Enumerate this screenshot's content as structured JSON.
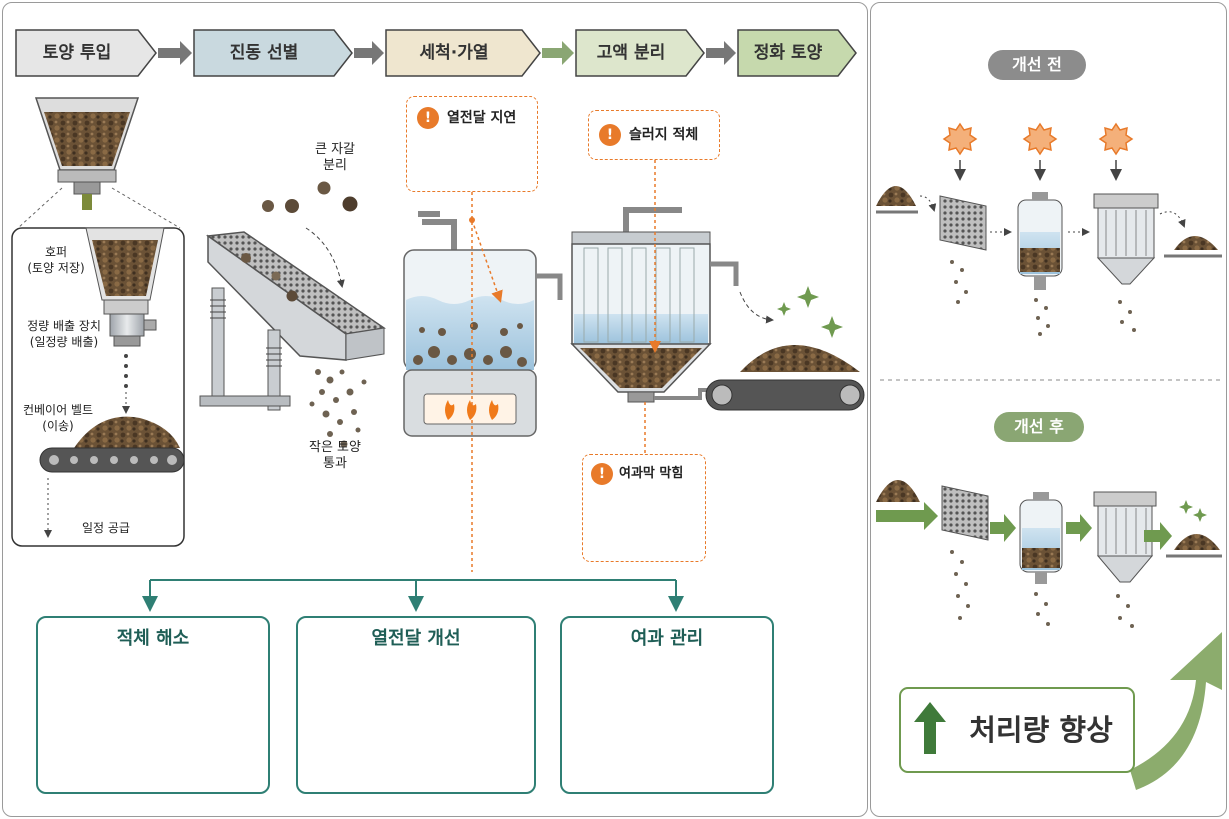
{
  "flow": {
    "stages": [
      {
        "label": "토양 투입",
        "fill": "#e6e6e6"
      },
      {
        "label": "진동 선별",
        "fill": "#c9d9df"
      },
      {
        "label": "세척·가열",
        "fill": "#efe6cf"
      },
      {
        "label": "고액 분리",
        "fill": "#dde6cc"
      },
      {
        "label": "정화 토양",
        "fill": "#c6d9ad"
      }
    ]
  },
  "hopper_detail": {
    "hopper": "호퍼\n(토양 저장)",
    "metering": "정량 배출 장치\n(일정량 배출)",
    "conveyor": "컨베이어 벨트\n(이송)",
    "supply": "일정 공급"
  },
  "screen": {
    "large_gravel": "큰 자갈\n분리",
    "small_soil": "작은 토양\n통과"
  },
  "issues": {
    "heat_delay": "열전달 지연",
    "sludge_stagnation": "슬러지 적체",
    "filter_clogging": "여과막 막힘"
  },
  "solutions": [
    {
      "title": "적체 해소"
    },
    {
      "title": "열전달 개선"
    },
    {
      "title": "여과 관리"
    }
  ],
  "right": {
    "before_label": "개선 전",
    "after_label": "개선 후",
    "throughput_label": "처리량 향상"
  },
  "colors": {
    "warning": "#e87a2a",
    "solution": "#2f7f74",
    "improve": "#6f9a4f"
  }
}
